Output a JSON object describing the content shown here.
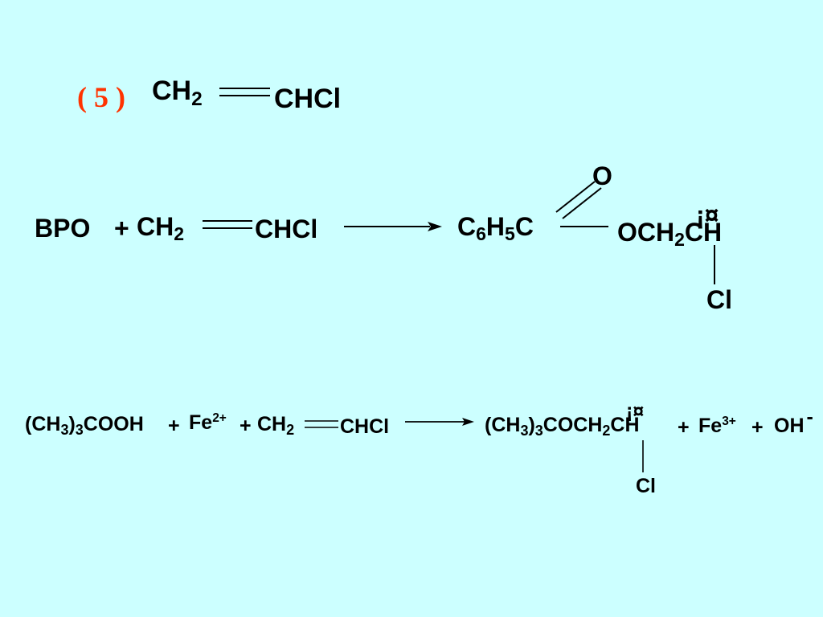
{
  "heading": {
    "number": "( 5 )",
    "ch2": "CH",
    "ch2_sub": "2",
    "chcl": "CHCl"
  },
  "reaction1": {
    "bpo": "BPO",
    "plus": "+",
    "ch2": "CH",
    "ch2_sub": "2",
    "chcl": "CHCl",
    "c": "C",
    "c_sub": "6",
    "h": "H",
    "h_sub": "5",
    "c2": "C",
    "o_top": "O",
    "och": "OCH",
    "och_sub": "2",
    "ch": "CH",
    "radical": "¡¤",
    "cl": "Cl"
  },
  "reaction2": {
    "lparen": "(CH",
    "ch3_sub": "3",
    "rparen": ")",
    "paren_sub": "3",
    "cooh": "COOH",
    "plus1": "+",
    "fe": "Fe",
    "fe_charge": "2+",
    "plus2": "+",
    "ch2": "CH",
    "ch2_sub": "2",
    "chcl": "CHCl",
    "p_lparen": "(CH",
    "p_ch3_sub": "3",
    "p_rparen": ")",
    "p_paren_sub": "3",
    "p_coch": "COCH",
    "p_coch_sub": "2",
    "p_ch": "CH",
    "radical": "¡¤",
    "plus3": "+",
    "fe3": "Fe",
    "fe3_charge": "3+",
    "plus4": "+",
    "oh": "OH",
    "oh_charge": "-",
    "cl": "Cl"
  },
  "colors": {
    "background": "#ccffff",
    "number": "#ff3300"
  }
}
